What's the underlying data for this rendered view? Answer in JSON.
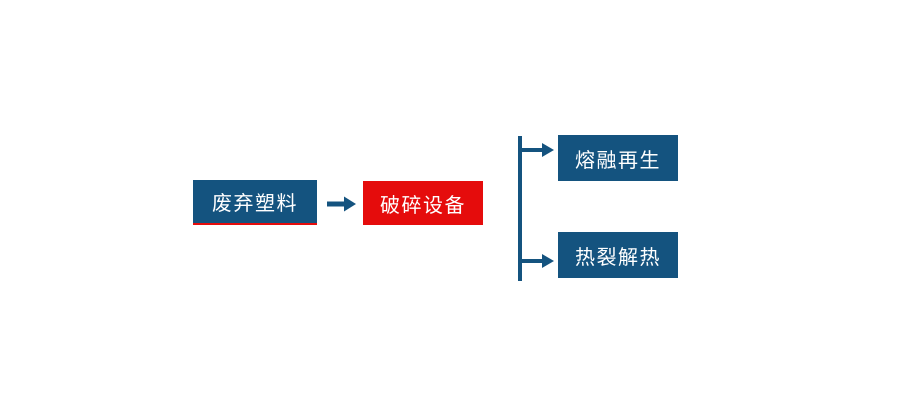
{
  "colors": {
    "primary_blue": "#14537F",
    "accent_red": "#E50C0C",
    "node_text": "#FFFFFF",
    "background": "#FFFFFF"
  },
  "diagram": {
    "type": "flowchart",
    "nodes": [
      {
        "id": "waste-plastic",
        "label": "废弃塑料",
        "color": "blue",
        "accent_underline": "red"
      },
      {
        "id": "crushing-equipment",
        "label": "破碎设备",
        "color": "red"
      },
      {
        "id": "melt-regeneration",
        "label": "熔融再生",
        "color": "blue"
      },
      {
        "id": "pyrolysis-heat",
        "label": "热裂解热",
        "color": "blue"
      }
    ],
    "edges": [
      {
        "from": "waste-plastic",
        "to": "crushing-equipment",
        "style": "arrow"
      },
      {
        "from": "crushing-equipment",
        "to": "melt-regeneration",
        "style": "branch-arrow"
      },
      {
        "from": "crushing-equipment",
        "to": "pyrolysis-heat",
        "style": "branch-arrow"
      }
    ]
  }
}
